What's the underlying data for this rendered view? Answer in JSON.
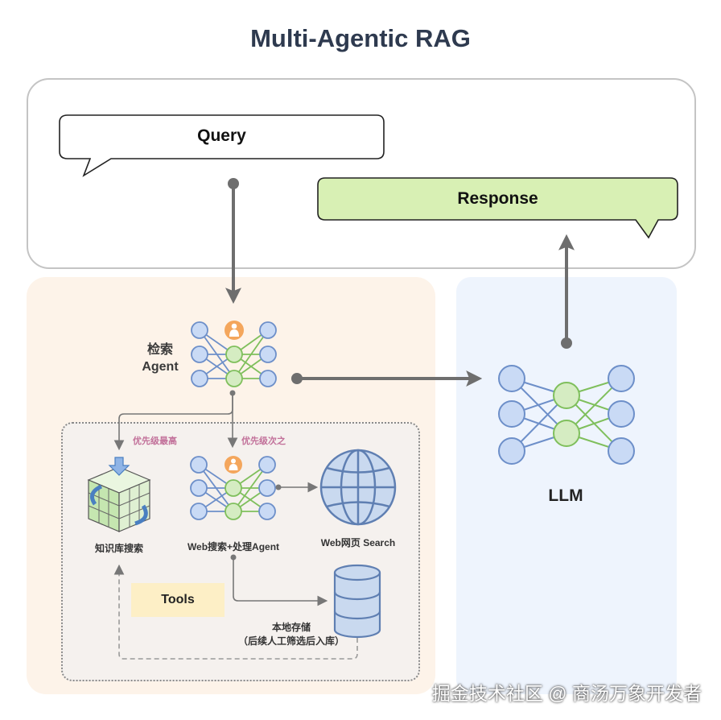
{
  "title": "Multi-Agentic RAG",
  "query": {
    "label": "Query"
  },
  "response": {
    "label": "Response"
  },
  "retrieval_agent": {
    "line1": "检索",
    "line2": "Agent"
  },
  "priority": {
    "highest": "优先级最高",
    "second": "优先级次之"
  },
  "knowledge_search": {
    "label": "知识库搜索"
  },
  "web_agent": {
    "label": "Web搜索+处理Agent"
  },
  "web_search": {
    "label": "Web网页 Search"
  },
  "tools": {
    "label": "Tools"
  },
  "local_storage": {
    "line1": "本地存储",
    "line2": "（后续人工筛选后入库）"
  },
  "llm": {
    "label": "LLM"
  },
  "watermark": "掘金技术社区 @ 商汤万象开发者",
  "colors": {
    "title": "#2e3a4f",
    "response_fill": "#d8f0b4",
    "query_fill": "#ffffff",
    "left_panel": "#fdf3e9",
    "right_panel": "#eef4fd",
    "node_blue": "#c9daf5",
    "node_green": "#d5ecc2",
    "edge_blue": "#6d8fc9",
    "edge_green": "#7fbf5c",
    "agent_icon": "#f4a65c",
    "tools_chip": "#fdefc6",
    "priority_text": "#c2719a"
  },
  "icons": [
    "person-icon",
    "globe-icon",
    "database-icon",
    "cube-icon"
  ]
}
